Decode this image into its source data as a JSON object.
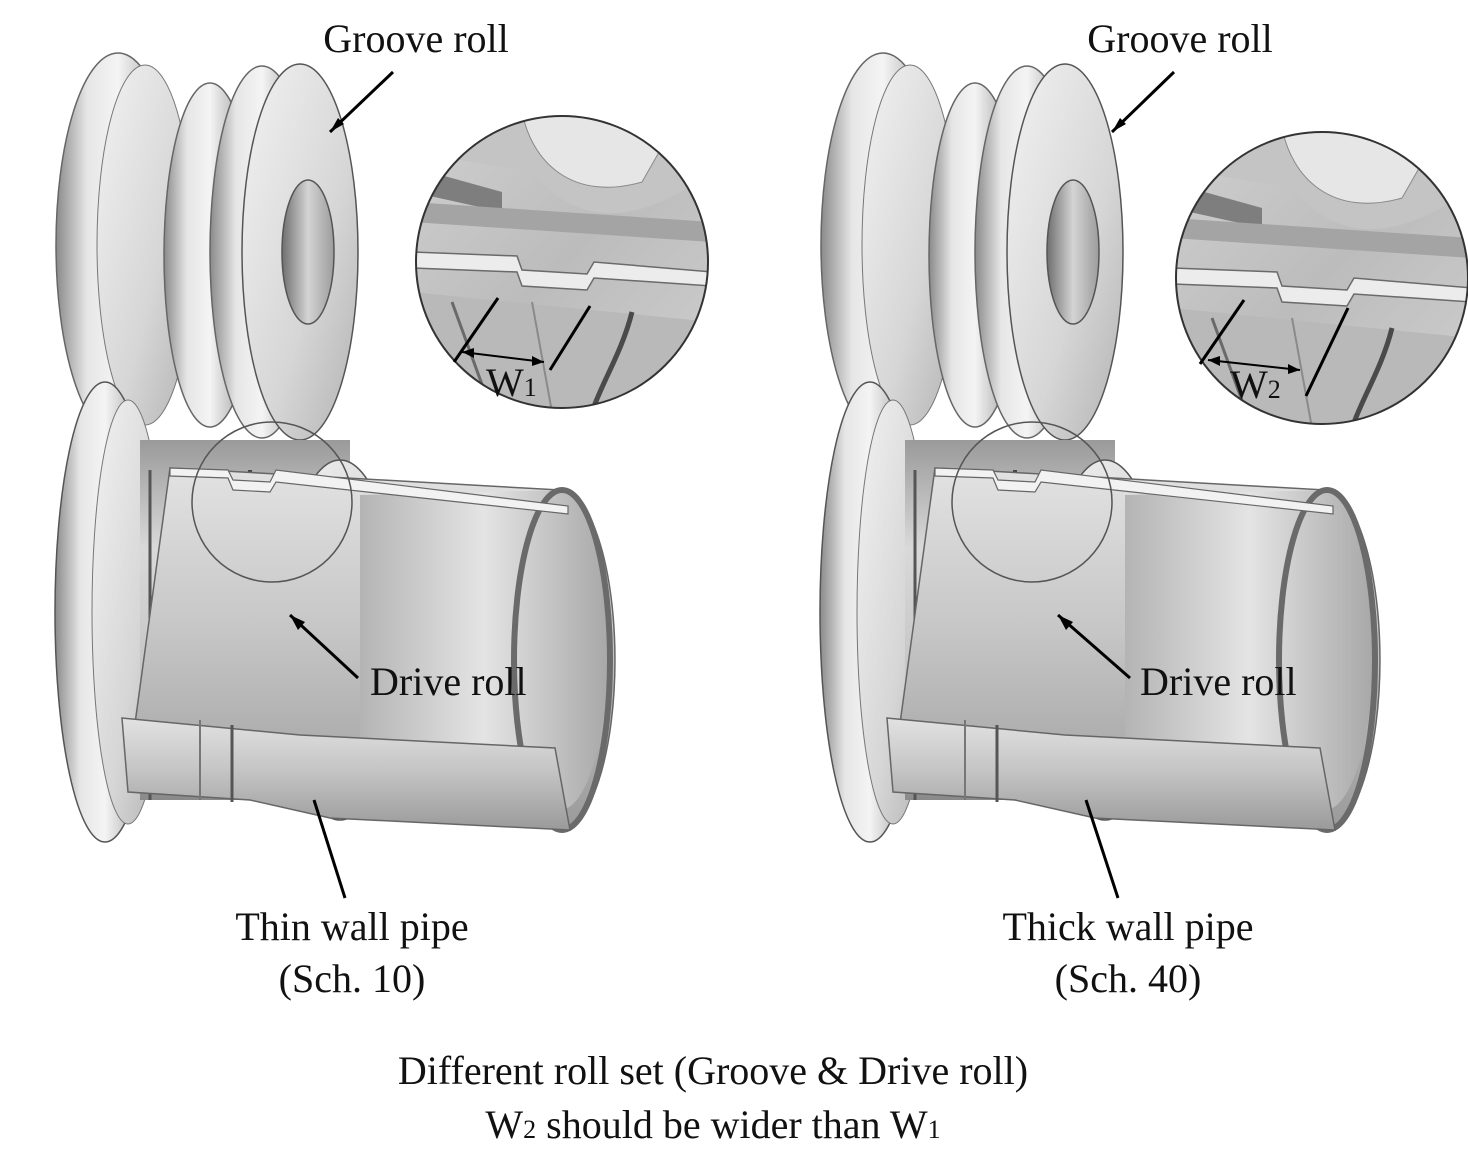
{
  "panels": [
    {
      "groove_label": "Groove roll",
      "drive_label": "Drive roll",
      "pipe_label": "Thin wall pipe",
      "pipe_schedule": "(Sch. 10)",
      "width_label": "W",
      "width_subscript": "1"
    },
    {
      "groove_label": "Groove roll",
      "drive_label": "Drive roll",
      "pipe_label": "Thick wall pipe",
      "pipe_schedule": "(Sch. 40)",
      "width_label": "W",
      "width_subscript": "2"
    }
  ],
  "caption": {
    "line1": "Different roll set (Groove & Drive roll)",
    "line2_w2": "W",
    "line2_w2_sub": "2",
    "line2_mid": " should be wider than W",
    "line2_w1_sub": "1"
  },
  "colors": {
    "metal_light": "#eeeeee",
    "metal_mid": "#c8c8c8",
    "metal_dark": "#8e8e8e",
    "metal_shadow": "#5e5e5e",
    "line": "#000000"
  }
}
